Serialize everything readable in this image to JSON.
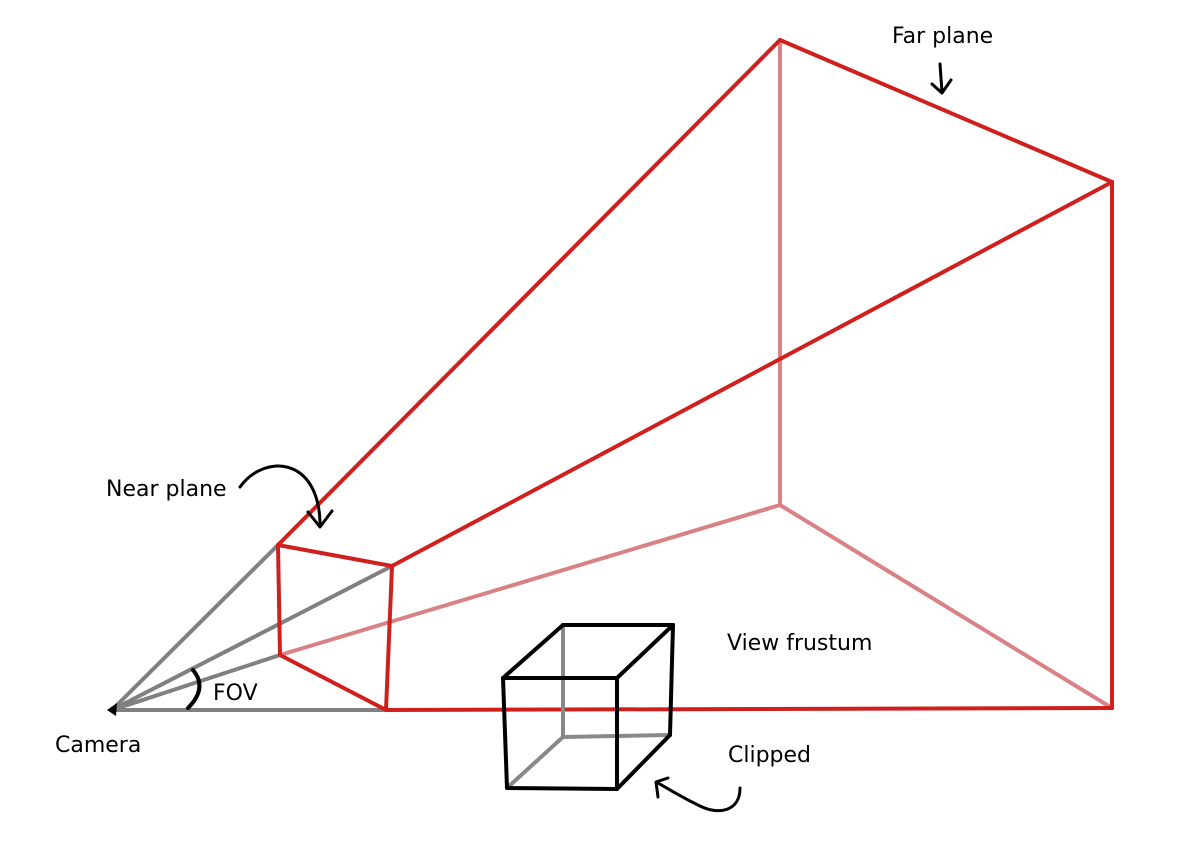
{
  "labels": {
    "far_plane": "Far plane",
    "near_plane": "Near plane",
    "view_frustum": "View frustum",
    "fov": "FOV",
    "camera": "Camera",
    "clipped": "Clipped"
  },
  "colors": {
    "frustum_edge": "#d0201e",
    "frustum_hidden_edge": "#d98285",
    "camera_ray": "#808080",
    "cube_edge": "#000000",
    "cube_hidden_edge": "#888888"
  }
}
